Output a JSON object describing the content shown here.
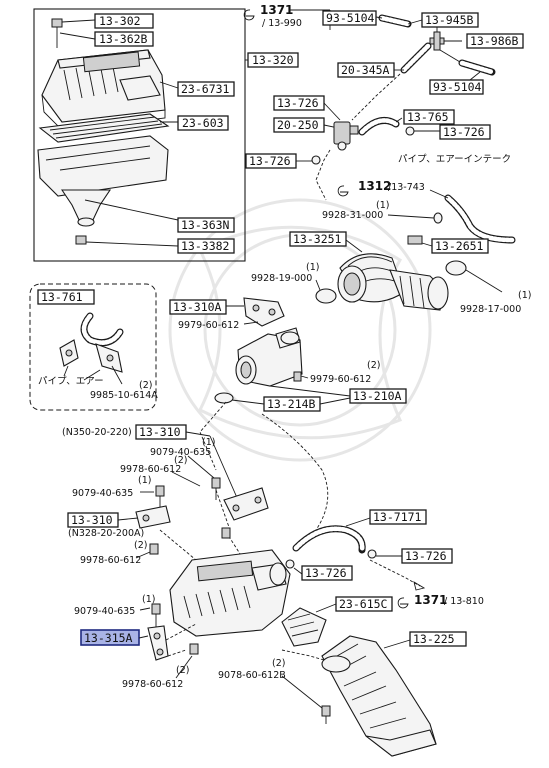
{
  "part_boxes": {
    "b13_302": "13-302",
    "b13_362B": "13-362B",
    "b13_320": "13-320",
    "b23_6731": "23-6731",
    "b23_603": "23-603",
    "b13_363N": "13-363N",
    "b13_3382": "13-3382",
    "b93_5104a": "93-5104",
    "b13_945B": "13-945B",
    "b13_986B": "13-986B",
    "b20_345A": "20-345A",
    "b93_5104b": "93-5104",
    "b13_726a": "13-726",
    "b13_765": "13-765",
    "b20_250": "20-250",
    "b13_726b": "13-726",
    "b13_726c": "13-726",
    "b13_3251": "13-3251",
    "b13_2651": "13-2651",
    "b13_761": "13-761",
    "b13_310A": "13-310A",
    "b13_214B": "13-214B",
    "b13_210A": "13-210A",
    "b13_310a": "13-310",
    "b13_310b": "13-310",
    "b13_7171": "13-7171",
    "b13_726d": "13-726",
    "b13_726e": "13-726",
    "b23_615C": "23-615C",
    "b13_225": "13-225",
    "b13_315A": "13-315A"
  },
  "refs": {
    "r1371_top": "1371",
    "r1371_top_sub": "/ 13-990",
    "r1312": "1312",
    "r1312_sub": "/13-743",
    "r1371_bot": "1371",
    "r1371_bot_sub": "/ 13-810"
  },
  "labels": {
    "pipe_air_tank": "パイプ、エアーインテーク",
    "pipe_air": "パイプ、エアー",
    "l9928_31": "9928-31-000",
    "l9928_31_q": "(1)",
    "l9928_19": "9928-19-000",
    "l9928_19_q": "(1)",
    "l9928_17": "9928-17-000",
    "l9928_17_q": "(1)",
    "l9979_60_a": "9979-60-612",
    "l9979_60_b": "9979-60-612",
    "l9979_60_b_q": "(2)",
    "l9985_10": "9985-10-614A",
    "l9985_10_q": "(2)",
    "l_n350": "(N350-20-220)",
    "l9079_40_a": "9079-40-635",
    "l9079_40_a_q": "(1)",
    "l9978_60_a": "9978-60-612",
    "l9978_60_a_q": "(2)",
    "l9079_40_b": "9079-40-635",
    "l9079_40_b_q": "(1)",
    "l_n328": "(N328-20-200A)",
    "l9978_60_b": "9978-60-612",
    "l9978_60_b_q": "(2)",
    "l9079_40_c": "9079-40-635",
    "l9079_40_c_q": "(1)",
    "l9978_60_c": "9978-60-612",
    "l9978_60_c_q": "(2)",
    "l9078_60": "9078-60-612B",
    "l9078_60_q": "(2)"
  }
}
